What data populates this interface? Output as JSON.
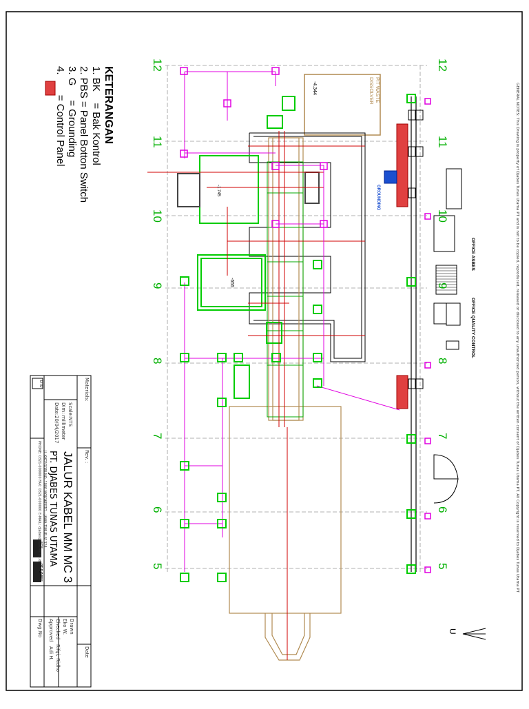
{
  "legend": {
    "title": "KETERANGAN",
    "items": [
      {
        "num": "1.",
        "code": "BK",
        "desc": "= Bak Kontrol"
      },
      {
        "num": "2.",
        "code": "PBS",
        "desc": "= Panel Botton Switch"
      },
      {
        "num": "3.",
        "code": "G",
        "desc": "= Grounding"
      },
      {
        "num": "4.",
        "code": "",
        "desc": "= Control Panel"
      }
    ]
  },
  "notes_text": "GENERAL NOTES: This Drawing is property of Djabes Tunas Utama PT and is not to be copied, reproduced, released or disclosed to any unauthorized person, without the written consent of Djabes Tunas Utama PT. All Copyright is reserved to Djabes Tunas Utama PT",
  "grid_labels": [
    "12",
    "11",
    "10",
    "9",
    "8",
    "7",
    "6",
    "5"
  ],
  "area_labels": {
    "pit_waste": "PIT WASTE DISSOLVER",
    "office_asbes": "OFFICE ASBES",
    "office_qc": "OFFICE QUALITY CONTROL",
    "grounding": "GROUNDING",
    "level_a": "-4.344",
    "level_b": "-655",
    "level_c": "-1.745",
    "north": "U"
  },
  "title_block": {
    "drawing_title": "JALUR KABEL MM MC 3",
    "company": "PT. DJABES TUNAS UTAMA",
    "address": "Jl. KATEGORI NO. 1000 MOJOKERTO - JAWA TIMUR 61324",
    "phone": "PHONE: 0321-000000 FAX: 0321-000000 E-MAIL: djabes@djabes.co.id",
    "material_label": "Materials:",
    "scale": "Scale:NTS",
    "dim": "Dim: millimeter",
    "date": "Date:20/04/2017",
    "rev": "Rev. :",
    "rev_date": "Date",
    "drawn": "Drawn",
    "drawn_name": "Eko W.",
    "checked": "Checked",
    "checked_name": "Rifqi, Ridho",
    "approved": "Approved",
    "approved_name": "Adi H.",
    "dwg_no": "Dwg.No",
    "logo_a": "DTU",
    "logo_b": "SGS",
    "logo_c": "PT DJABES"
  }
}
